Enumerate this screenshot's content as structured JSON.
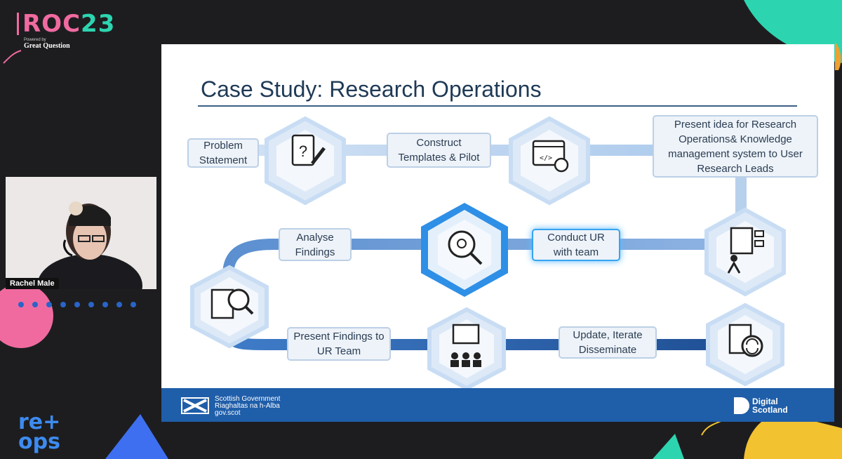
{
  "event": {
    "logo_text": "ROC23",
    "powered": "Powered by",
    "sponsor": "Great Question",
    "reops": [
      "re+",
      "ops"
    ]
  },
  "speaker": {
    "name": "Rachel Male"
  },
  "slide": {
    "title": "Case Study: Research Operations",
    "steps": {
      "problem": "Problem Statement",
      "construct": "Construct Templates & Pilot",
      "present_idea": "Present idea for Research Operations& Knowledge management system to User Research Leads",
      "analyse": "Analyse Findings",
      "conduct": "Conduct UR with team",
      "present_findings": "Present Findings to UR Team",
      "update": "Update, Iterate Disseminate"
    },
    "footer": {
      "left_lines": [
        "Scottish Government",
        "Riaghaltas na h-Alba",
        "gov.scot"
      ],
      "right_lines": [
        "Digital",
        "Scotland"
      ]
    }
  },
  "colors": {
    "background": "#1d1d1f",
    "flow_blue": "#5b8fd0",
    "footer_blue": "#1f5ea9",
    "pink": "#f06aa0",
    "teal": "#2cd5b0"
  }
}
